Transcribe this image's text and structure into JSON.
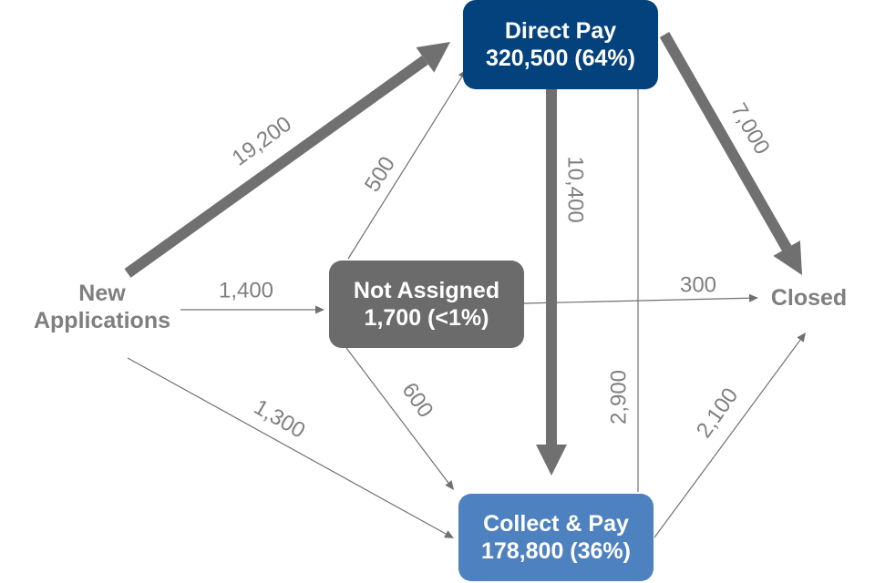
{
  "nodes": {
    "direct_pay": {
      "title": "Direct Pay",
      "value": "320,500 (64%)",
      "color": "#03427c"
    },
    "not_assigned": {
      "title": "Not Assigned",
      "value": "1,700 (<1%)",
      "color": "#6b6b6b"
    },
    "collect_pay": {
      "title": "Collect & Pay",
      "value": "178,800 (36%)",
      "color": "#4d81bf"
    },
    "new_applications": {
      "line1": "New",
      "line2": "Applications"
    },
    "closed": {
      "label": "Closed"
    }
  },
  "edges": [
    {
      "from": "New Applications",
      "to": "Direct Pay",
      "label": "19,200"
    },
    {
      "from": "Not Assigned",
      "to": "Direct Pay",
      "label": "500"
    },
    {
      "from": "New Applications",
      "to": "Not Assigned",
      "label": "1,400"
    },
    {
      "from": "Not Assigned",
      "to": "Closed",
      "label": "300"
    },
    {
      "from": "Direct Pay",
      "to": "Collect & Pay",
      "label": "10,400"
    },
    {
      "from": "Direct Pay",
      "to": "Closed",
      "label": "7,000"
    },
    {
      "from": "Collect & Pay",
      "to": "Direct Pay",
      "label": "2,900"
    },
    {
      "from": "Collect & Pay",
      "to": "Closed",
      "label": "2,100"
    },
    {
      "from": "Not Assigned",
      "to": "Collect & Pay",
      "label": "600"
    },
    {
      "from": "New Applications",
      "to": "Collect & Pay",
      "label": "1,300"
    }
  ],
  "colors": {
    "arrow": "#707070",
    "text": "#7f7f7f"
  }
}
